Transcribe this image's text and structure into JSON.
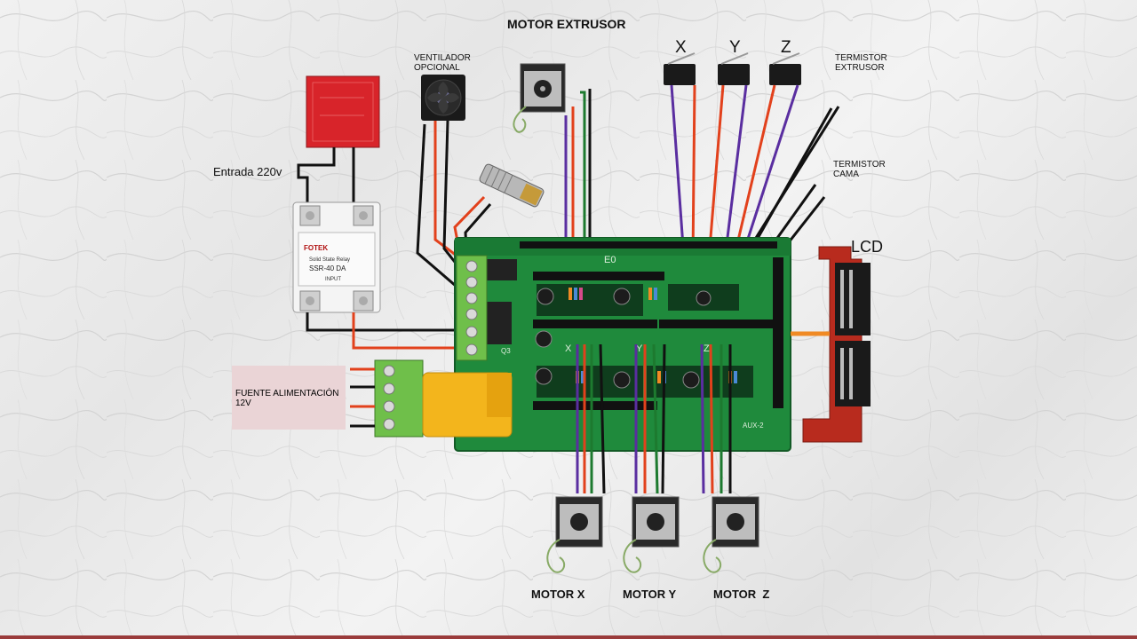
{
  "labels": {
    "motor_extruder": "MOTOR EXTRUSOR",
    "optional_fan": "VENTILADOR OPCIONAL",
    "axis_x": "X",
    "axis_y": "Y",
    "axis_z": "Z",
    "thermistor_extruder": "TERMISTOR EXTRUSOR",
    "thermistor_bed": "TERMISTOR CAMA",
    "input_220v": "Entrada 220v",
    "lcd": "LCD",
    "power_supply": "FUENTE ALIMENTACIÓN 12V",
    "motor_x": "MOTOR X",
    "motor_y": "MOTOR Y",
    "motor_z": "MOTOR  Z"
  },
  "components": {
    "ssr_brand": "FOTEK",
    "ssr_model": "SSR-40 DA",
    "ssr_desc": "Solid State Relay",
    "ssr_input": "INPUT",
    "board_marks": [
      "E0",
      "X",
      "Y",
      "Z",
      "Q3",
      "AUX-2"
    ]
  },
  "colors": {
    "board": "#1f8a3c",
    "heated_bed": "#d8242a",
    "lcd_adapter": "#b82b1e",
    "terminal_block": "#6fbf4a",
    "fuse": "#f3b51c",
    "wire_red": "#e2411c",
    "wire_black": "#111111",
    "wire_purple": "#5a2ea0",
    "wire_green": "#1d7a2f",
    "wire_orange": "#f08a24",
    "psu_box": "#ead4d6"
  }
}
